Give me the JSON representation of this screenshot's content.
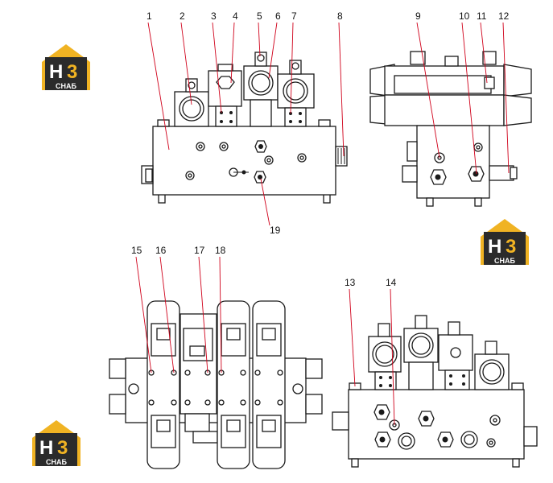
{
  "colors": {
    "leader": "#d0021b",
    "line": "#1a1a1a",
    "logo_dark": "#2b2b2b",
    "logo_accent": "#f0b323",
    "logo_white": "#ffffff"
  },
  "logo": {
    "h": "H",
    "three": "3",
    "word": "СНАБ"
  },
  "callouts": [
    {
      "id": "1",
      "label": "1"
    },
    {
      "id": "2",
      "label": "2"
    },
    {
      "id": "3",
      "label": "3"
    },
    {
      "id": "4",
      "label": "4"
    },
    {
      "id": "5",
      "label": "5"
    },
    {
      "id": "6",
      "label": "6"
    },
    {
      "id": "7",
      "label": "7"
    },
    {
      "id": "8",
      "label": "8"
    },
    {
      "id": "9",
      "label": "9"
    },
    {
      "id": "10",
      "label": "10"
    },
    {
      "id": "11",
      "label": "11"
    },
    {
      "id": "12",
      "label": "12"
    },
    {
      "id": "13",
      "label": "13"
    },
    {
      "id": "14",
      "label": "14"
    },
    {
      "id": "15",
      "label": "15"
    },
    {
      "id": "16",
      "label": "16"
    },
    {
      "id": "17",
      "label": "17"
    },
    {
      "id": "18",
      "label": "18"
    },
    {
      "id": "19",
      "label": "19"
    }
  ]
}
